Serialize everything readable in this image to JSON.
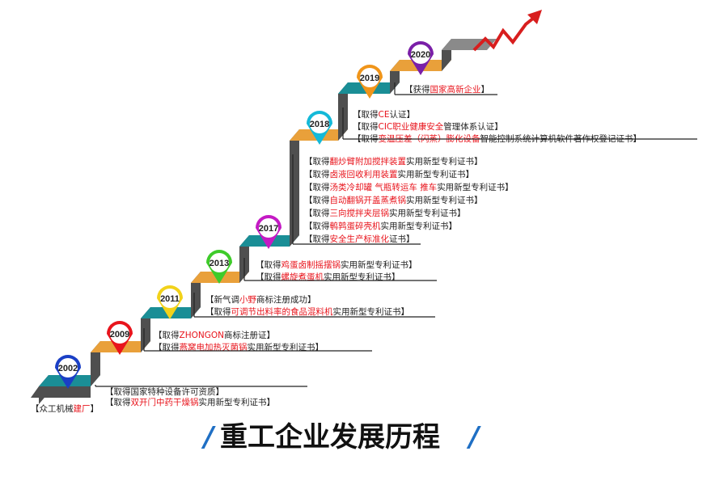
{
  "title": "重工企业发展历程",
  "title_decor": "/",
  "colors": {
    "tread": "#e9a03a",
    "tread_teal": "#1a8e96",
    "riser": "#4f4f4f",
    "riser_light": "#8a8a8a",
    "highlight": "#e8141c",
    "arrow": "#d81e1e",
    "title_slash": "#1f6fc4"
  },
  "founding": {
    "icon": "factory-bracket",
    "segments": [
      {
        "text": "【众工机械",
        "hl": false
      },
      {
        "text": "建厂",
        "hl": true
      },
      {
        "text": "】",
        "hl": false
      }
    ]
  },
  "milestones": [
    {
      "year": "2002",
      "pin_color": "#1a3fc6",
      "lines": [
        [
          {
            "text": "【取得国家特种设备许可资质】",
            "hl": false
          }
        ],
        [
          {
            "text": "【取得",
            "hl": false
          },
          {
            "text": "双开门中药干燥锅",
            "hl": true
          },
          {
            "text": "实用新型专利证书】",
            "hl": false
          }
        ]
      ]
    },
    {
      "year": "2009",
      "pin_color": "#e8141c",
      "lines": [
        [
          {
            "text": "【取得",
            "hl": false
          },
          {
            "text": "ZHONGON",
            "hl": true
          },
          {
            "text": "商标注册证】",
            "hl": false
          }
        ],
        [
          {
            "text": "【取得",
            "hl": false
          },
          {
            "text": "燕窝电加热灭菌锅",
            "hl": true
          },
          {
            "text": "实用新型专利证书】",
            "hl": false
          }
        ]
      ]
    },
    {
      "year": "2011",
      "pin_color": "#f2d21a",
      "lines": [
        [
          {
            "text": "【新气调",
            "hl": false
          },
          {
            "text": "小野",
            "hl": true
          },
          {
            "text": "商标注册成功】",
            "hl": false
          }
        ],
        [
          {
            "text": "【取得",
            "hl": false
          },
          {
            "text": "可调节出料率的食品混料机",
            "hl": true
          },
          {
            "text": "实用新型专利证书】",
            "hl": false
          }
        ]
      ]
    },
    {
      "year": "2013",
      "pin_color": "#3ecb2a",
      "lines": [
        [
          {
            "text": "【取得",
            "hl": false
          },
          {
            "text": "鸡蛋卤制摇摆锅",
            "hl": true
          },
          {
            "text": "实用新型专利证书】",
            "hl": false
          }
        ],
        [
          {
            "text": "【取得",
            "hl": false
          },
          {
            "text": "螺旋煮蛋机",
            "hl": true
          },
          {
            "text": "实用新型专利证书】",
            "hl": false
          }
        ]
      ]
    },
    {
      "year": "2017",
      "pin_color": "#c41ac4",
      "lines": [
        [
          {
            "text": "【取得",
            "hl": false
          },
          {
            "text": "翻炒臂附加搅拌装置",
            "hl": true
          },
          {
            "text": "实用新型专利证书】",
            "hl": false
          }
        ],
        [
          {
            "text": "【取得",
            "hl": false
          },
          {
            "text": "卤液回收利用装置",
            "hl": true
          },
          {
            "text": "实用新型专利证书】",
            "hl": false
          }
        ],
        [
          {
            "text": "【取得",
            "hl": false
          },
          {
            "text": "汤类冷却罐 气瓶转运车 推车",
            "hl": true
          },
          {
            "text": "实用新型专利证书】",
            "hl": false
          }
        ],
        [
          {
            "text": "【取得",
            "hl": false
          },
          {
            "text": "自动翻锅开盖蒸煮锅",
            "hl": true
          },
          {
            "text": "实用新型专利证书】",
            "hl": false
          }
        ],
        [
          {
            "text": "【取得",
            "hl": false
          },
          {
            "text": "三向搅拌夹层锅",
            "hl": true
          },
          {
            "text": "实用新型专利证书】",
            "hl": false
          }
        ],
        [
          {
            "text": "【取得",
            "hl": false
          },
          {
            "text": "鹌鹑蛋碎壳机",
            "hl": true
          },
          {
            "text": "实用新型专利证书】",
            "hl": false
          }
        ],
        [
          {
            "text": "【取得",
            "hl": false
          },
          {
            "text": "安全生产标准化",
            "hl": true
          },
          {
            "text": "证书】",
            "hl": false
          }
        ]
      ]
    },
    {
      "year": "2018",
      "pin_color": "#14b9d8",
      "lines": [
        [
          {
            "text": "【取得",
            "hl": false
          },
          {
            "text": "CE",
            "hl": true
          },
          {
            "text": "认证】",
            "hl": false
          }
        ],
        [
          {
            "text": "【取得",
            "hl": false
          },
          {
            "text": "CIC职业健康安全",
            "hl": true
          },
          {
            "text": "管理体系认证】",
            "hl": false
          }
        ],
        [
          {
            "text": "【取得",
            "hl": false
          },
          {
            "text": "变温压差（闪蒸）膨化设备",
            "hl": true
          },
          {
            "text": "智能控制系统计算机软件著作权登记证书】",
            "hl": false
          }
        ]
      ]
    },
    {
      "year": "2019",
      "pin_color": "#f0951a",
      "lines": []
    },
    {
      "year": "2020",
      "pin_color": "#7a1fa8",
      "lines": [
        [
          {
            "text": "【获得",
            "hl": false
          },
          {
            "text": "国家高新企业",
            "hl": true
          },
          {
            "text": "】",
            "hl": false
          }
        ]
      ]
    }
  ]
}
